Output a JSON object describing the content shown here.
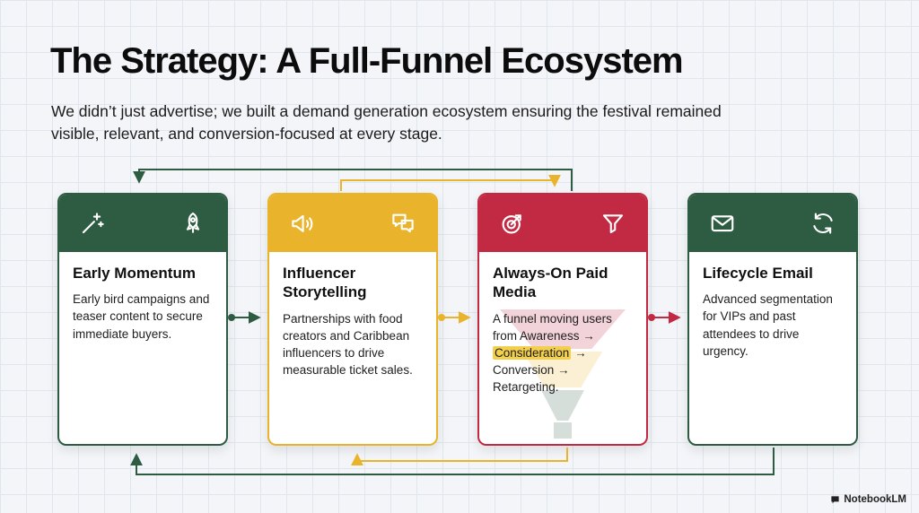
{
  "slide": {
    "title": "The Strategy: A Full-Funnel Ecosystem",
    "subtitle": "We didn’t just advertise; we built a demand generation ecosystem ensuring the festival remained visible, relevant, and conversion-focused at every stage."
  },
  "colors": {
    "green": "#2d5c43",
    "yellow": "#e9b42c",
    "red": "#c22a44",
    "ink": "#111111",
    "bg": "#f3f5f8",
    "grid": "#e0e6ed",
    "highlight": "#f3cf4e"
  },
  "cards": [
    {
      "title": "Early Momentum",
      "body": "Early bird campaigns and teaser content to secure immediate buyers.",
      "accent": "#2d5c43",
      "icons": [
        "magic-wand",
        "rocket"
      ]
    },
    {
      "title": "Influencer Storytelling",
      "body": "Partnerships with food creators and Caribbean influencers to drive measurable ticket sales.",
      "accent": "#e9b42c",
      "icons": [
        "megaphone",
        "chat-bubbles"
      ]
    },
    {
      "title": "Always-On Paid Media",
      "body_pre": "A funnel moving users from Awareness → ",
      "body_highlight": "Consideration",
      "body_post": " → Conversion → Retargeting.",
      "accent": "#c22a44",
      "icons": [
        "target-dart",
        "funnel"
      ]
    },
    {
      "title": "Lifecycle Email",
      "body": "Advanced segmentation for VIPs and past attendees to drive urgency.",
      "accent": "#2d5c43",
      "icons": [
        "envelope",
        "sync-arrows"
      ]
    }
  ],
  "footer": {
    "brand": "NotebookLM"
  }
}
